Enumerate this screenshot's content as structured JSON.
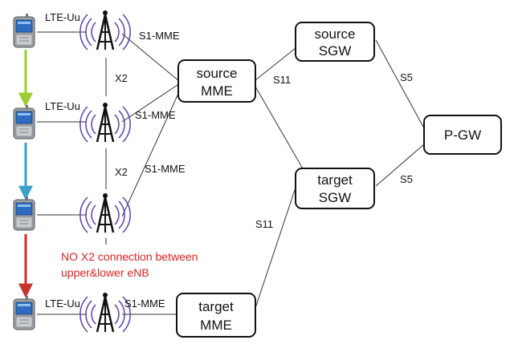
{
  "nodes": {
    "source_mme": {
      "line1": "source",
      "line2": "MME"
    },
    "target_mme": {
      "line1": "target",
      "line2": "MME"
    },
    "source_sgw": {
      "line1": "source",
      "line2": "SGW"
    },
    "target_sgw": {
      "line1": "target",
      "line2": "SGW"
    },
    "pgw": {
      "label": "P-GW"
    }
  },
  "links": {
    "lte_uu_1": "LTE-Uu",
    "lte_uu_2": "LTE-Uu",
    "lte_uu_4": "LTE-Uu",
    "s1_mme_1": "S1-MME",
    "s1_mme_2": "S1-MME",
    "s1_mme_3": "S1-MME",
    "s1_mme_4": "S1-MME",
    "x2_1": "X2",
    "x2_2": "X2",
    "s11_source": "S11",
    "s11_target": "S11",
    "s5_source": "S5",
    "s5_target": "S5"
  },
  "note": {
    "line1": "NO X2 connection between",
    "line2": "upper&lower eNB"
  },
  "colors": {
    "arrow_1": "#9acd32",
    "arrow_2": "#3aa0c8",
    "arrow_3": "#c8322e",
    "note_text": "#e02020",
    "antenna_wave": "#5b3fb0",
    "phone_screen": "#2d6cc0"
  }
}
